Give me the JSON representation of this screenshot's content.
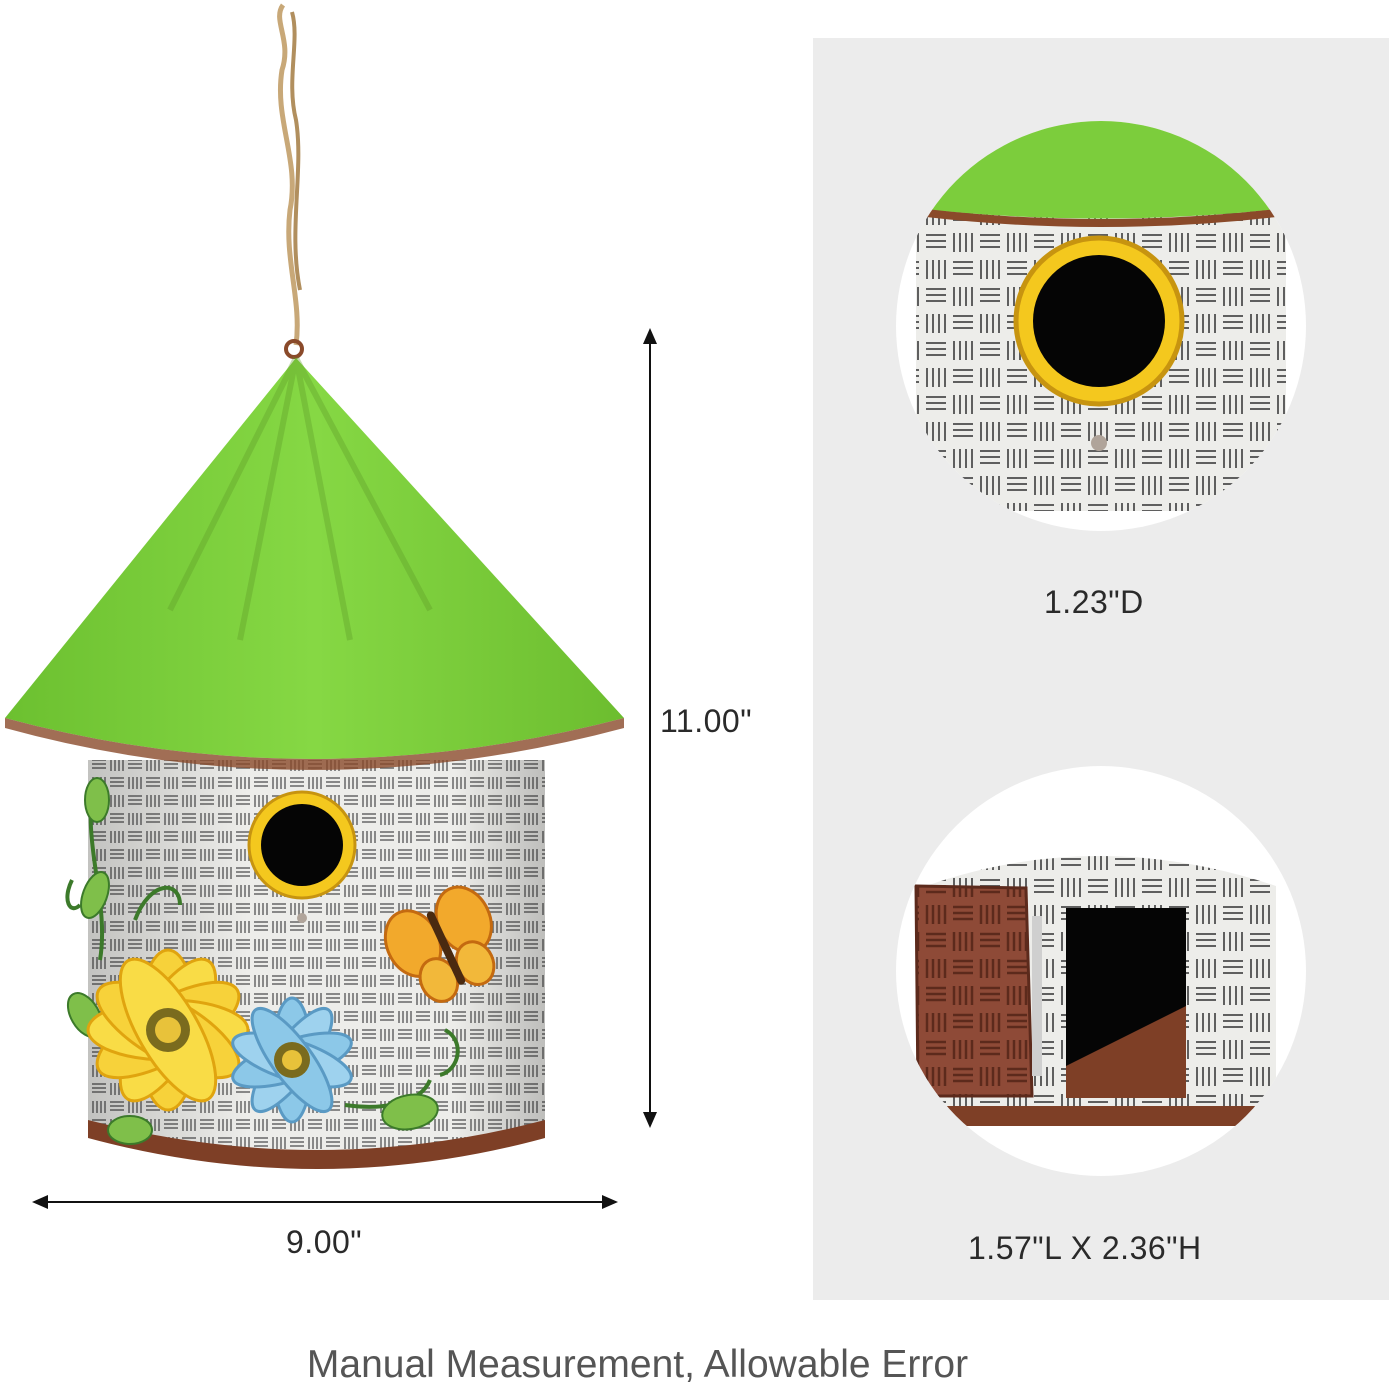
{
  "dimensions": {
    "height": "11.00\"",
    "width": "9.00\"",
    "entrance_hole": "1.23\"D",
    "door": "1.57\"L X 2.36\"H"
  },
  "note": "Manual Measurement, Allowable Error",
  "colors": {
    "roof_green": "#7ccd3c",
    "roof_rust": "#8a4a2a",
    "wall_white": "#ededea",
    "hole_ring": "#f4c81e",
    "panel_bg": "#ececec",
    "door_brown": "#8e4a37"
  }
}
